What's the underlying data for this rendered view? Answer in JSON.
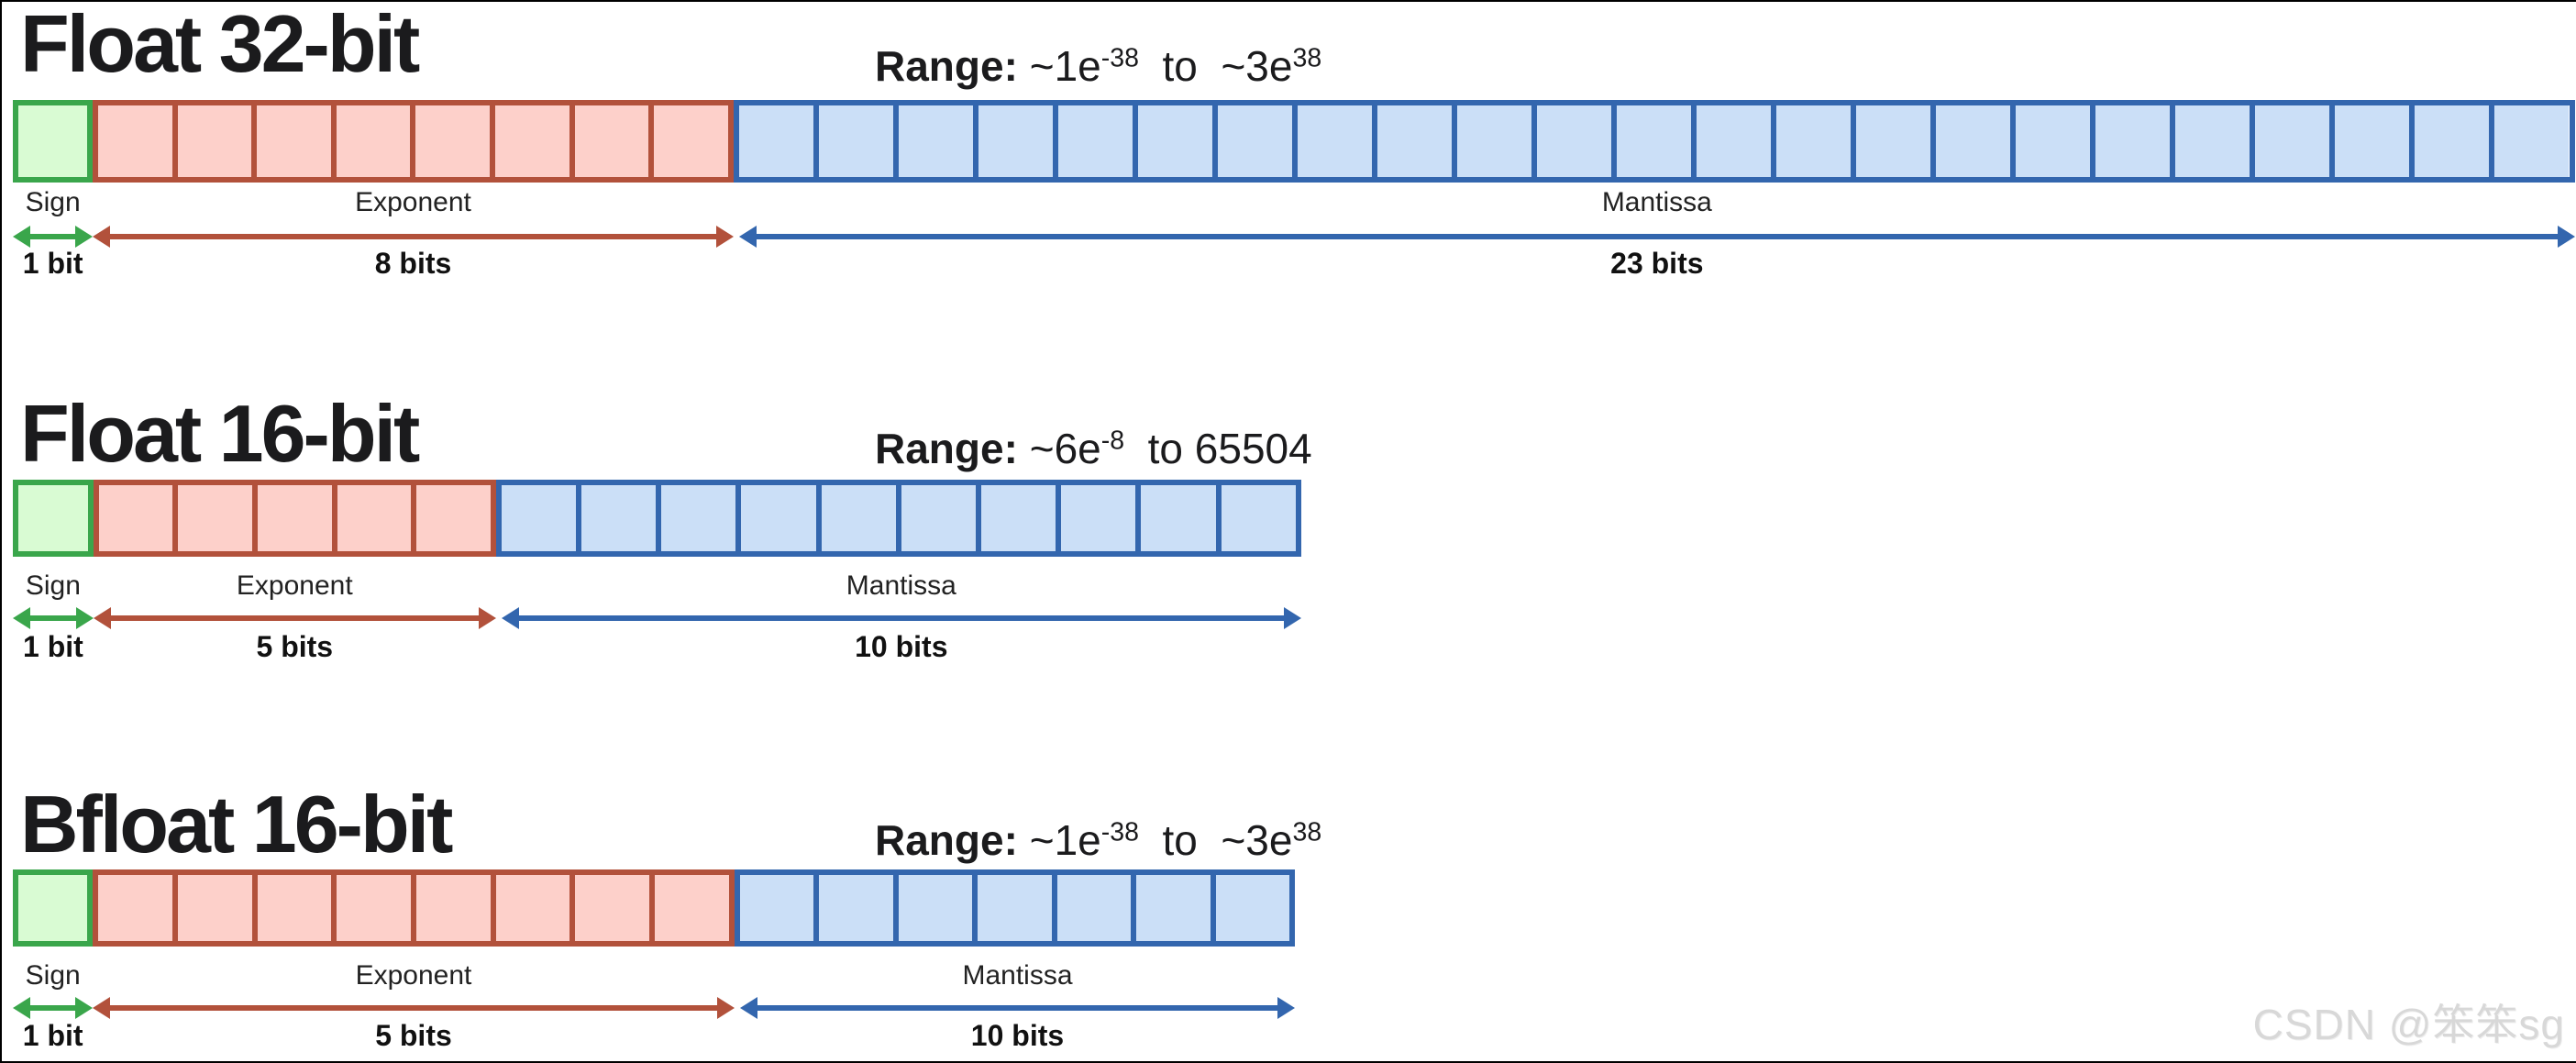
{
  "watermark": "CSDN @笨笨sg",
  "colors": {
    "sign": {
      "fill": "#d9fbd3",
      "border": "#3aa64b"
    },
    "exponent": {
      "fill": "#fdd0ca",
      "border": "#b2513b"
    },
    "mantissa": {
      "fill": "#cbdff7",
      "border": "#3366ae"
    }
  },
  "rows": [
    {
      "title": "Float 32-bit",
      "range_label": "Range",
      "range_colon": ": ",
      "range_segments": [
        {
          "text": "~1e"
        },
        {
          "sup": "-38"
        },
        {
          "text": "  to  ~3e"
        },
        {
          "sup": "38"
        }
      ],
      "sections": [
        {
          "kind": "sign",
          "name": "Sign",
          "bits_label": "1 bit",
          "cells": 1
        },
        {
          "kind": "exponent",
          "name": "Exponent",
          "bits_label": "8 bits",
          "cells": 8
        },
        {
          "kind": "mantissa",
          "name": "Mantissa",
          "bits_label": "23 bits",
          "cells": 23
        }
      ]
    },
    {
      "title": "Float 16-bit",
      "range_label": "Range",
      "range_colon": ": ",
      "range_segments": [
        {
          "text": "~6e"
        },
        {
          "sup": "-8"
        },
        {
          "text": "  to 65504"
        }
      ],
      "sections": [
        {
          "kind": "sign",
          "name": "Sign",
          "bits_label": "1 bit",
          "cells": 1
        },
        {
          "kind": "exponent",
          "name": "Exponent",
          "bits_label": "5 bits",
          "cells": 5
        },
        {
          "kind": "mantissa",
          "name": "Mantissa",
          "bits_label": "10 bits",
          "cells": 10
        }
      ]
    },
    {
      "title": "Bfloat 16-bit",
      "range_label": "Range",
      "range_colon": ": ",
      "range_segments": [
        {
          "text": "~1e"
        },
        {
          "sup": "-38"
        },
        {
          "text": "  to  ~3e"
        },
        {
          "sup": "38"
        }
      ],
      "sections": [
        {
          "kind": "sign",
          "name": "Sign",
          "bits_label": "1 bit",
          "cells": 1
        },
        {
          "kind": "exponent",
          "name": "Exponent",
          "bits_label": "5 bits",
          "cells": 8
        },
        {
          "kind": "mantissa",
          "name": "Mantissa",
          "bits_label": "10 bits",
          "cells": 7
        }
      ]
    }
  ]
}
